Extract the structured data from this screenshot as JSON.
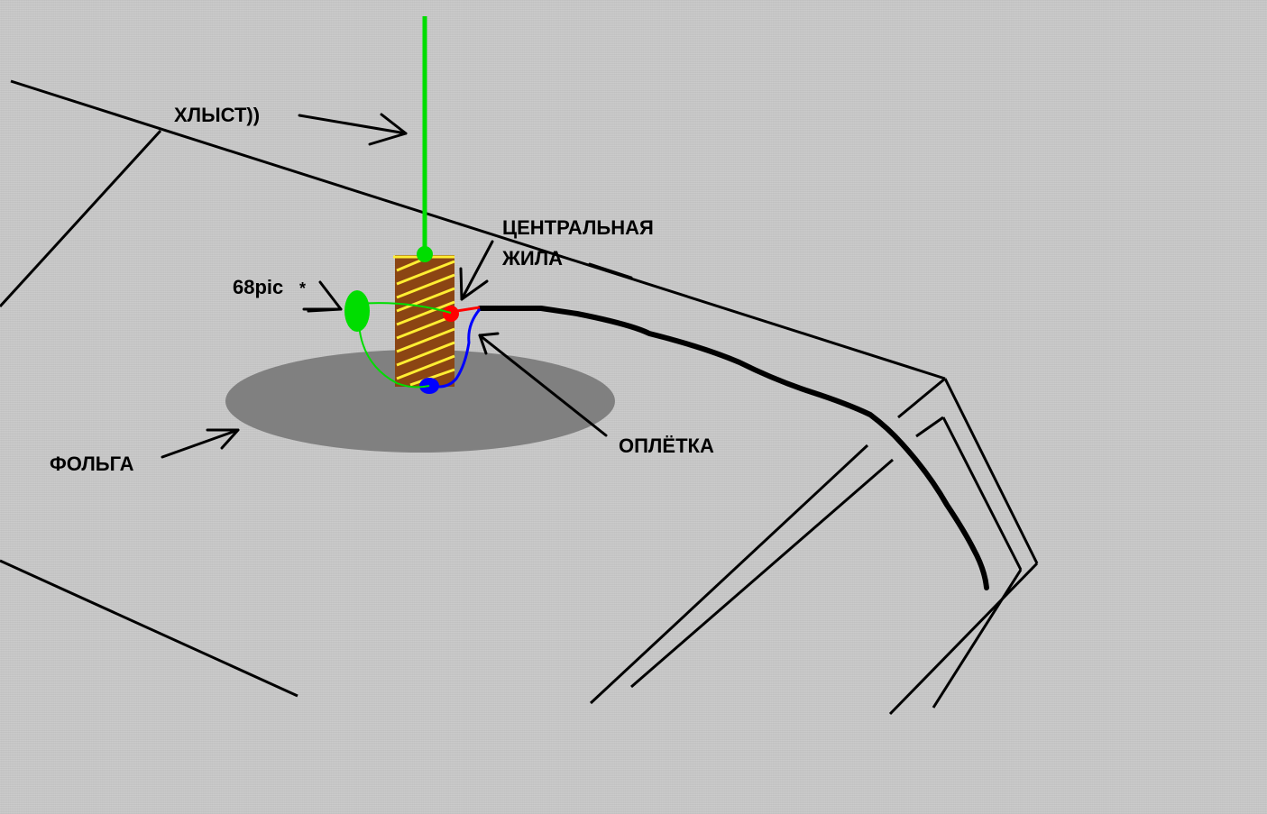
{
  "labels": {
    "whip": "ХЛЫСТ))",
    "center_core_line1": "ЦЕНТРАЛЬНАЯ",
    "center_core_line2": "ЖИЛА",
    "capacitor": "68pic",
    "capacitor_star": "*",
    "braid": "ОПЛЁТКА",
    "foil": "ФОЛЬГА"
  },
  "colors": {
    "background": "#c8c8c8",
    "car_outline": "#000000",
    "whip": "#00dd00",
    "coil_form": "#8b4513",
    "coil_winding": "#ffee33",
    "center_core_wire": "#ff0000",
    "braid_wire": "#0000ff",
    "capacitor": "#00dd00",
    "foil": "#808080",
    "coax_cable": "#000000"
  }
}
